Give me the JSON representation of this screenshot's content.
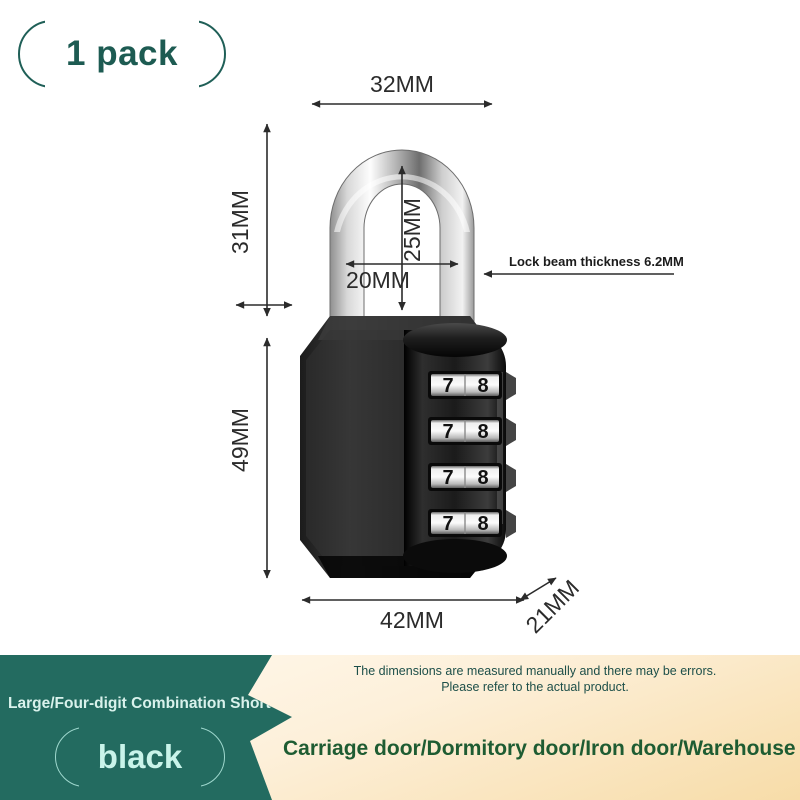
{
  "pack_badge": {
    "label": "1 pack"
  },
  "diagram": {
    "dimensions": {
      "shackle_width": "32MM",
      "shackle_height": "31MM",
      "clearance_height": "25MM",
      "clearance_width": "20MM",
      "body_height": "49MM",
      "body_width": "42MM",
      "body_depth": "21MM"
    },
    "callout": "Lock beam thickness 6.2MM",
    "dial_digits": [
      "7",
      "8"
    ],
    "dial_rows": 4
  },
  "footer": {
    "disclaimer_line1": "The dimensions are measured manually and there may be errors.",
    "disclaimer_line2": "Please refer to the actual product.",
    "usage": "Carriage door/Dormitory door/Iron door/Warehouse door etc.",
    "variant": "Large/Four-digit Combination Short Shackle",
    "color": "black"
  },
  "colors": {
    "teal": "#236b60",
    "teal_dark_text": "#1d5b52",
    "cream": "#fdf0da",
    "green_text": "#1e5c32",
    "lock_body": "#1a1a1a",
    "shackle": "#c8c8c8"
  }
}
